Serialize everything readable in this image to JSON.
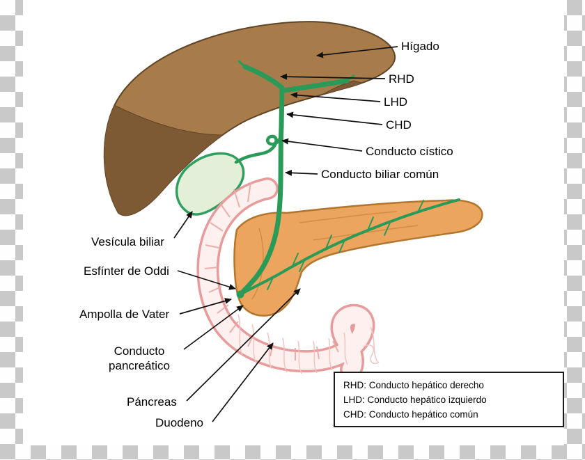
{
  "diagram": {
    "labels": {
      "higado": "Hígado",
      "rhd": "RHD",
      "lhd": "LHD",
      "chd": "CHD",
      "conducto_cistico": "Conducto cístico",
      "conducto_biliar_comun": "Conducto biliar común",
      "vesicula_biliar": "Vesícula biliar",
      "esfinter_de_oddi": "Esfínter de Oddi",
      "ampolla_de_vater": "Ampolla de Vater",
      "conducto_pancreatico": "Conducto pancreático",
      "pancreas": "Páncreas",
      "duodeno": "Duodeno"
    },
    "legend": {
      "items": [
        "RHD: Conducto hepático derecho",
        "LHD: Conducto hepático izquierdo",
        "CHD: Conducto hepático común"
      ]
    },
    "colors": {
      "liver_light": "#a87c4a",
      "liver_dark": "#7d5a33",
      "duct_green": "#2a9a58",
      "gallbladder_fill": "#e3efd9",
      "pancreas_fill": "#eba55e",
      "pancreas_outline": "#b3762f",
      "duodenum_pink": "#e89b9b",
      "duodenum_fill": "#fdf0ee",
      "label_color": "#000000"
    }
  }
}
